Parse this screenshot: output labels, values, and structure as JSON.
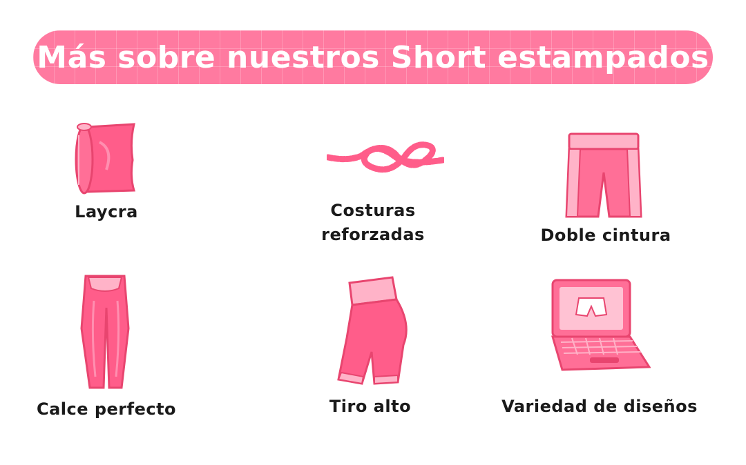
{
  "banner": {
    "title": "Más sobre nuestros Short estampados"
  },
  "colors": {
    "pink_main": "#ff5d8a",
    "pink_light": "#ffb3c8",
    "pink_dark": "#e8456f",
    "text": "#1a1a1a"
  },
  "features": [
    {
      "label": "Laycra",
      "icon": "fabric-roll-icon"
    },
    {
      "label": "Costuras\nreforzadas",
      "icon": "knot-icon"
    },
    {
      "label": "Doble cintura",
      "icon": "shorts-waistband-icon"
    },
    {
      "label": "Calce perfecto",
      "icon": "leggings-icon"
    },
    {
      "label": "Tiro alto",
      "icon": "high-waist-shorts-icon"
    },
    {
      "label": "Variedad de diseños",
      "icon": "laptop-icon"
    }
  ]
}
